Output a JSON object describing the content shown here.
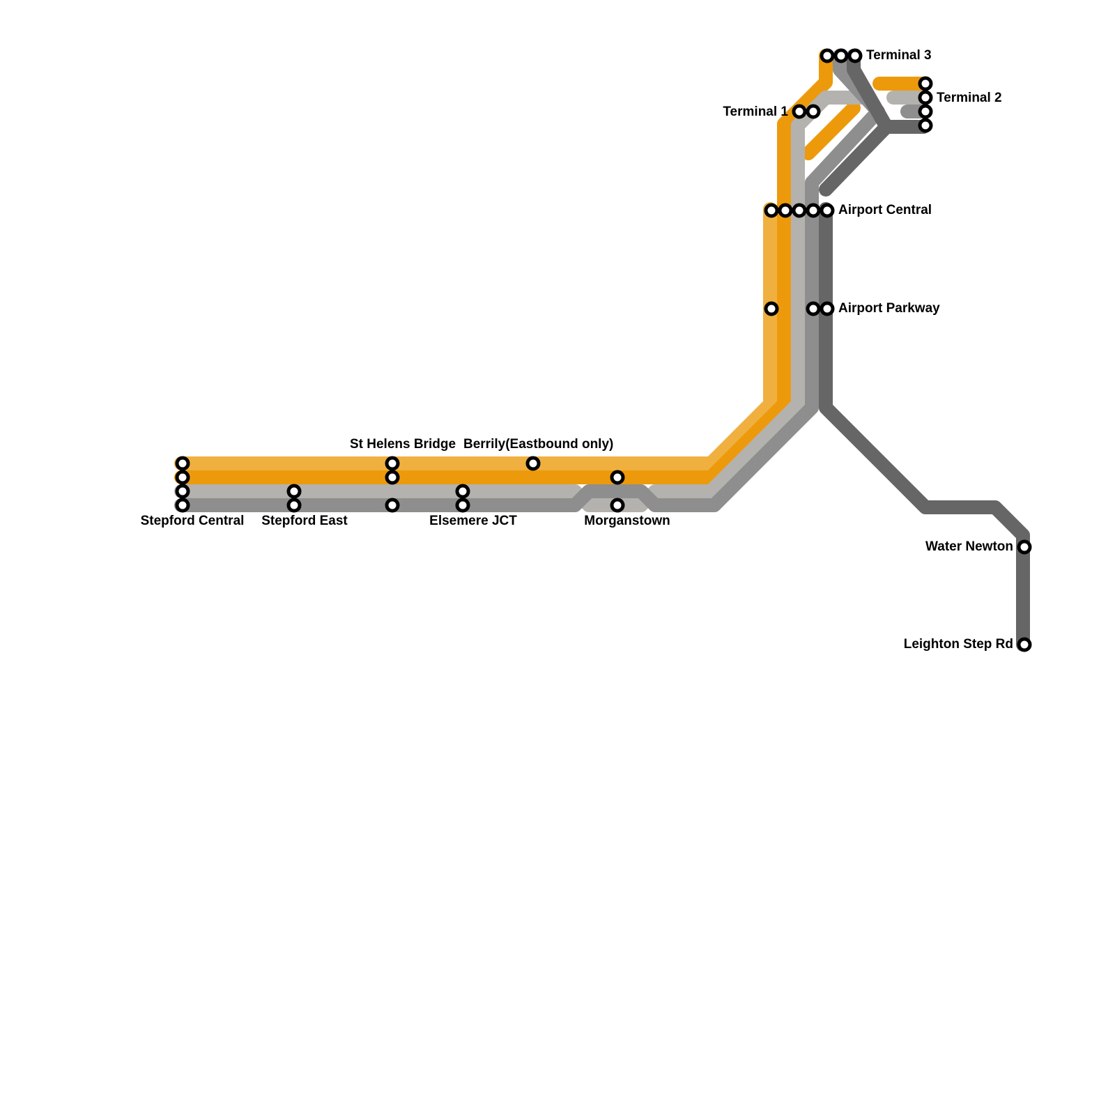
{
  "lines": [
    {
      "name": "route-orange-light",
      "color": "#F0B040"
    },
    {
      "name": "route-orange",
      "color": "#EC9A0C"
    },
    {
      "name": "route-light-grey",
      "color": "#B4B2AE"
    },
    {
      "name": "route-grey",
      "color": "#8E8E8E"
    },
    {
      "name": "route-dark-grey",
      "color": "#666666"
    }
  ],
  "stations": {
    "stepford_central": "Stepford Central",
    "stepford_east": "Stepford East",
    "st_helens_bridge": "St Helens Bridge",
    "berrily": "Berrily(Eastbound only)",
    "elsemere_jct": "Elsemere JCT",
    "morganstown": "Morganstown",
    "airport_central": "Airport Central",
    "airport_parkway": "Airport Parkway",
    "terminal_1": "Terminal 1",
    "terminal_2": "Terminal 2",
    "terminal_3": "Terminal 3",
    "water_newton": "Water Newton",
    "leighton_step_rd": "Leighton Step Rd"
  }
}
